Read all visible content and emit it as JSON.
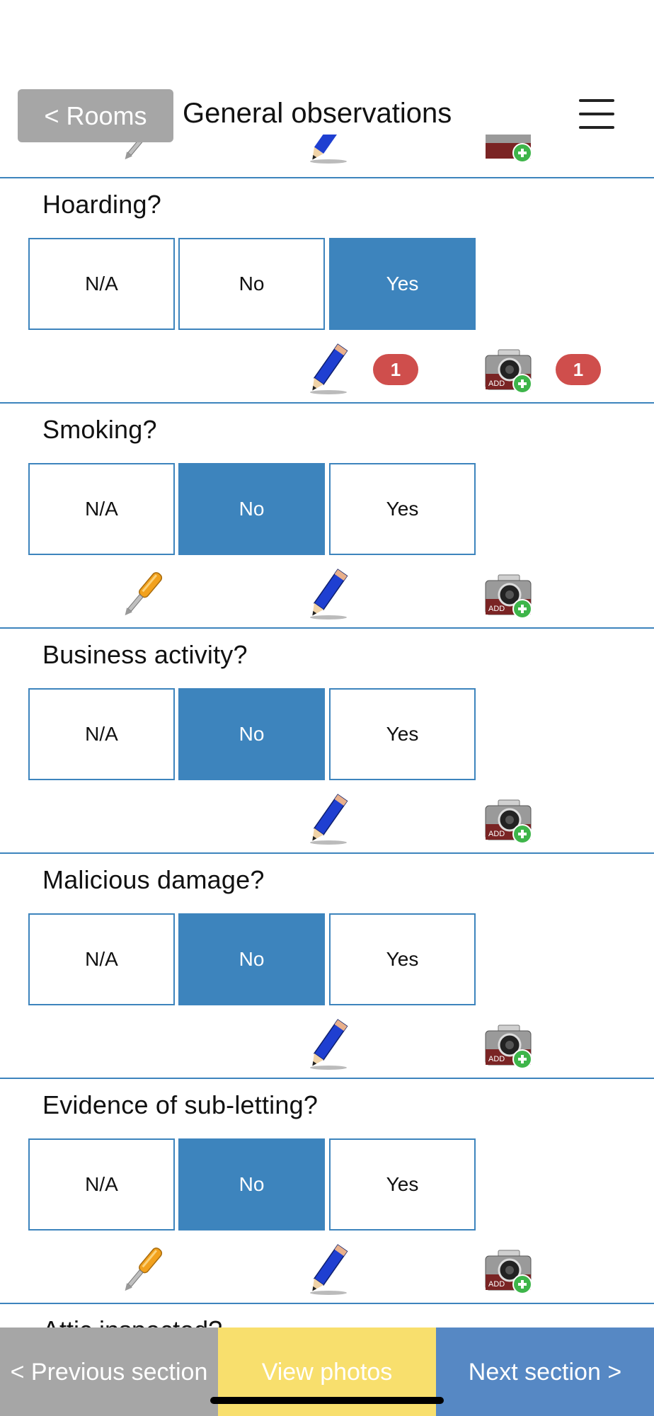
{
  "header": {
    "back_label": "< Rooms",
    "title": "General observations",
    "menu_icon": "hamburger-menu-icon"
  },
  "options": [
    "N/A",
    "No",
    "Yes"
  ],
  "questions": [
    {
      "title": "Hoarding?",
      "selected": "Yes",
      "has_repair": false,
      "note_count": "1",
      "photo_count": "1"
    },
    {
      "title": "Smoking?",
      "selected": "No",
      "has_repair": true,
      "note_count": "",
      "photo_count": ""
    },
    {
      "title": "Business activity?",
      "selected": "No",
      "has_repair": false,
      "note_count": "",
      "photo_count": ""
    },
    {
      "title": "Malicious damage?",
      "selected": "No",
      "has_repair": false,
      "note_count": "",
      "photo_count": ""
    },
    {
      "title": "Evidence of sub-letting?",
      "selected": "No",
      "has_repair": true,
      "note_count": "",
      "photo_count": ""
    }
  ],
  "next_question_partial": "Attic inspected?",
  "footer": {
    "previous_label": "< Previous section",
    "photos_label": "View photos",
    "next_label": "Next section >"
  },
  "colors": {
    "accent": "#3d84bd",
    "badge": "#cf4e4c",
    "grey_button": "#a6a6a6",
    "yellow_button": "#f8df6d",
    "blue_button": "#5688c4"
  }
}
